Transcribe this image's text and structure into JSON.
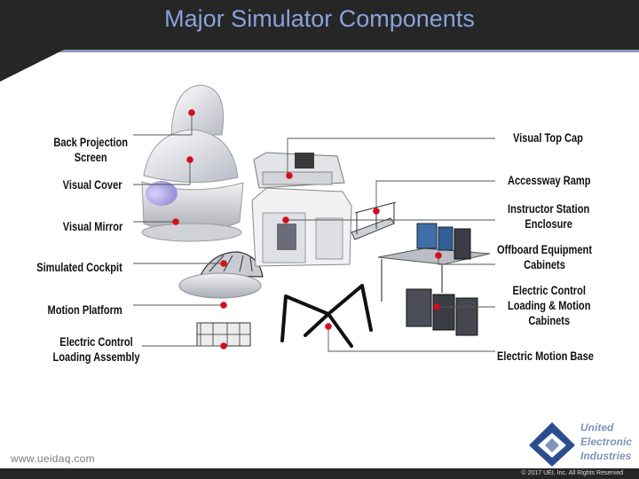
{
  "slide": {
    "title": "Major Simulator Components",
    "url": "www.ueidaq.com",
    "copyright": "© 2017 UEI, Inc. All Rights Reserved"
  },
  "logo": {
    "line1": "United",
    "line2": "Electronic",
    "line3": "Industries",
    "brand_color": "#7f93bc",
    "mark_color": "#2b4d8f"
  },
  "labels_left": {
    "back_projection_screen": [
      "Back Projection",
      "Screen"
    ],
    "visual_cover": "Visual Cover",
    "visual_mirror": "Visual Mirror",
    "simulated_cockpit": "Simulated Cockpit",
    "motion_platform": "Motion Platform",
    "electric_control_loading_assembly": [
      "Electric Control",
      "Loading Assembly"
    ]
  },
  "labels_right": {
    "visual_top_cap": "Visual Top Cap",
    "accessway_ramp": "Accessway Ramp",
    "instructor_station_enclosure": [
      "Instructor Station",
      "Enclosure"
    ],
    "offboard_equipment_cabinets": [
      "Offboard Equipment",
      "Cabinets"
    ],
    "electric_control_loading_motion_cabinets": [
      "Electric Control",
      "Loading & Motion",
      "Cabinets"
    ],
    "electric_motion_base": "Electric Motion Base"
  },
  "colors": {
    "header_bar": "#262626",
    "title": "#8aa2dc",
    "callout_dot": "#d10f1f",
    "callout_line": "#555555"
  }
}
